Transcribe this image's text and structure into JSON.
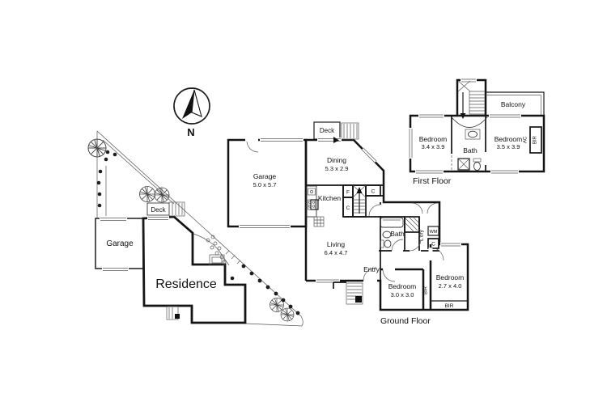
{
  "compass": {
    "north": "N"
  },
  "site_plan": {
    "garage": "Garage",
    "residence": "Residence",
    "deck": "Deck"
  },
  "ground_floor": {
    "title": "Ground Floor",
    "deck": "Deck",
    "garage_name": "Garage",
    "garage_dims": "5.0 x 5.7",
    "dining_name": "Dining",
    "dining_dims": "5.3 x 2.9",
    "kitchen": "Kitchen",
    "fridge": "F",
    "cupboard_a": "C",
    "cupboard_b": "C",
    "cupboard_c": "C",
    "bath": "Bath",
    "laundry": "L'dry",
    "washing_machine": "WM",
    "living_name": "Living",
    "living_dims": "6.4 x 4.7",
    "entry": "Entry",
    "bedroom1_name": "Bedroom",
    "bedroom1_dims": "3.0 x 3.0",
    "bedroom2_name": "Bedroom",
    "bedroom2_dims": "2.7 x 4.0",
    "bir_side": "BIR",
    "bir_rear": "BIR"
  },
  "first_floor": {
    "title": "First Floor",
    "balcony": "Balcony",
    "bedroom1_name": "Bedroom",
    "bedroom1_dims": "3.4 x 3.9",
    "bath": "Bath",
    "bedroom2_name": "Bedroom",
    "bedroom2_dims": "3.5 x 3.9",
    "ac": "AC",
    "bir": "BIR"
  }
}
